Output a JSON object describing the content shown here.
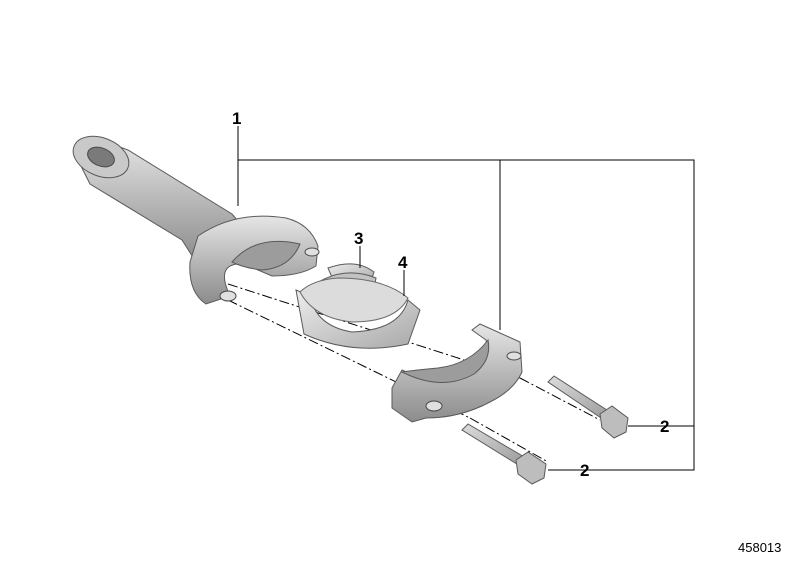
{
  "diagram": {
    "callouts": {
      "connecting_rod": "1",
      "bolt_upper": "2",
      "bolt_lower": "2",
      "bearing_shell_upper": "3",
      "bearing_shell_lower": "4"
    },
    "document_number": "458013"
  },
  "colors": {
    "part_light": "#d4d4d4",
    "part_mid": "#a9a9a9",
    "part_dark": "#7a7a7a",
    "part_outline": "#5a5a5a",
    "line": "#000000",
    "background": "#ffffff"
  }
}
